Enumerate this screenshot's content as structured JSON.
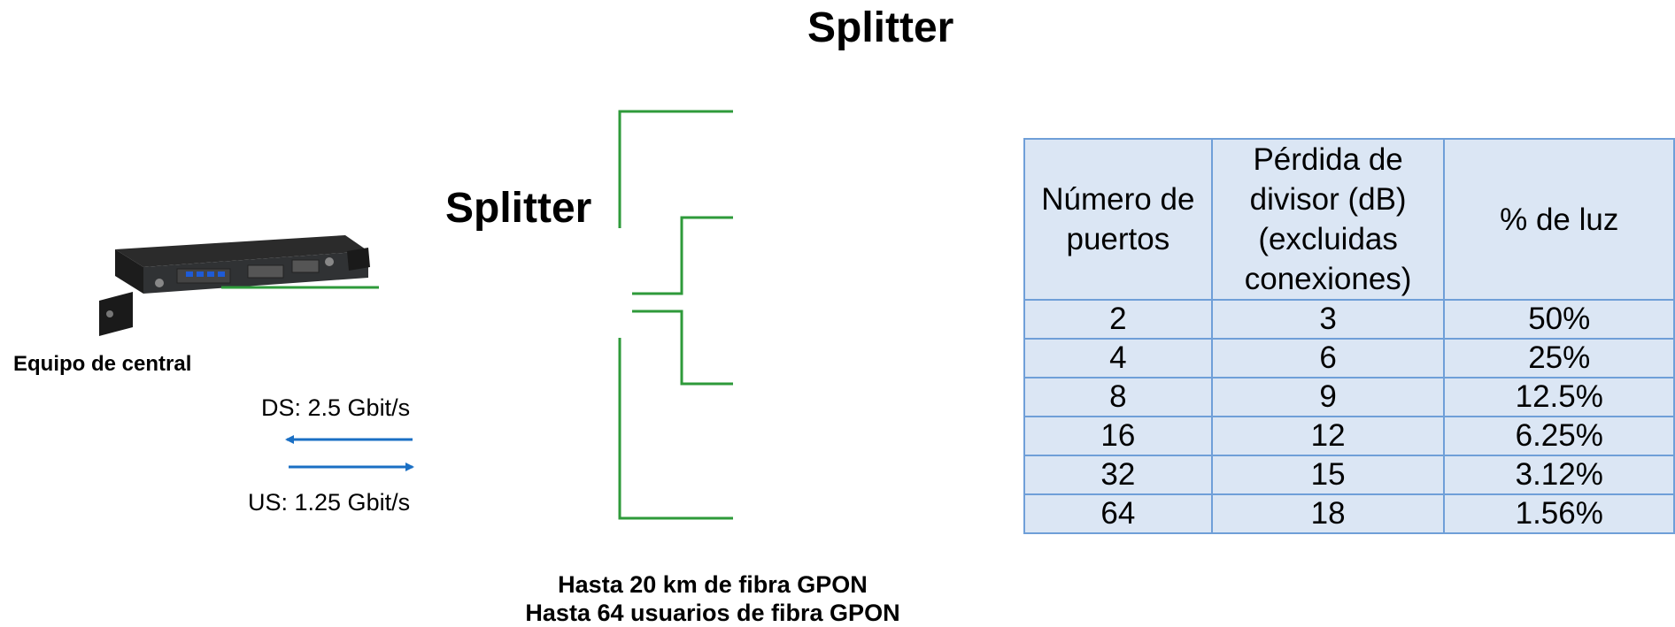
{
  "labels": {
    "splitter_top": "Splitter",
    "splitter_left": "Splitter",
    "central_equipment": "Equipo de central",
    "downstream": "DS: 2.5 Gbit/s",
    "upstream": "US: 1.25 Gbit/s",
    "caption_line1": "Hasta 20 km de fibra GPON",
    "caption_line2": "Hasta 64 usuarios de fibra GPON"
  },
  "table": {
    "headers": [
      "Número de puertos",
      "Pérdida de divisor (dB) (excluidas conexiones)",
      "% de luz"
    ],
    "rows": [
      [
        "2",
        "3",
        "50%"
      ],
      [
        "4",
        "6",
        "25%"
      ],
      [
        "8",
        "9",
        "12.5%"
      ],
      [
        "16",
        "12",
        "6.25%"
      ],
      [
        "32",
        "15",
        "3.12%"
      ],
      [
        "64",
        "18",
        "1.56%"
      ]
    ]
  },
  "colors": {
    "fiber": "#2e9a3a",
    "arrow": "#1a6fc4",
    "splitter_body": "#cfeaf6",
    "splitter_frame": "#b9e0b6",
    "splitter_paths": "#e0782a",
    "table_fill": "#dbe6f4",
    "table_border": "#6f9fd8"
  }
}
